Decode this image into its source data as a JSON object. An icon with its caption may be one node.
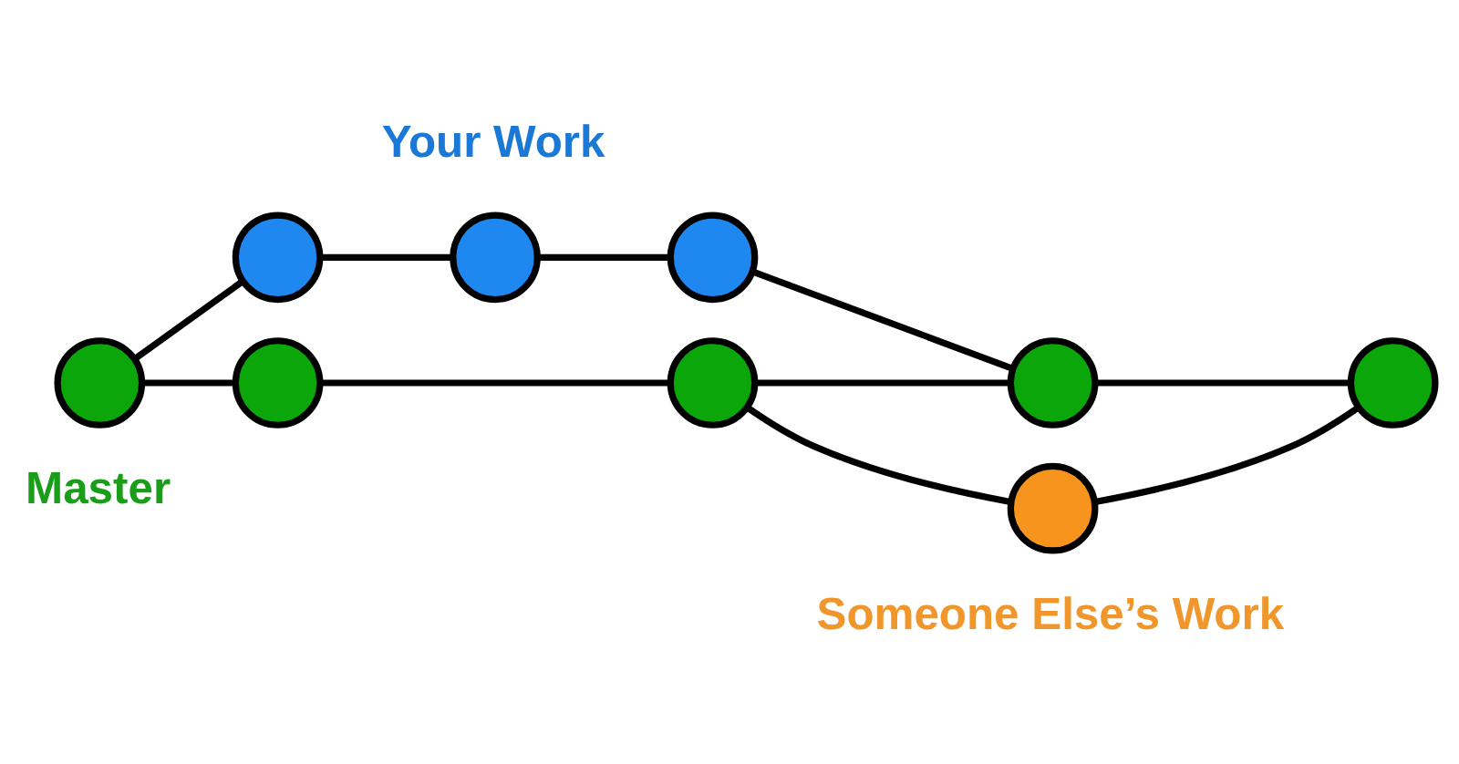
{
  "diagram": {
    "nodes": [
      {
        "text": [],
        "shape": "circle",
        "beside": [
          "Master"
        ]
      },
      {
        "text": [],
        "shape": "circle"
      },
      {
        "text": [],
        "shape": "circle",
        "beside": [
          "Your Work"
        ]
      },
      {
        "text": [],
        "shape": "circle"
      },
      {
        "text": [],
        "shape": "circle"
      },
      {
        "text": [],
        "shape": "circle"
      },
      {
        "text": [],
        "shape": "circle"
      },
      {
        "text": [],
        "shape": "circle",
        "beside": [
          "Someone Else’s Work"
        ]
      },
      {
        "text": [],
        "shape": "circle"
      }
    ],
    "edges": [
      {
        "from": 0,
        "to": 1,
        "arrow": "none"
      },
      {
        "from": 0,
        "to": 4,
        "arrow": "none"
      },
      {
        "from": 1,
        "to": 2,
        "arrow": "none"
      },
      {
        "from": 2,
        "to": 3,
        "arrow": "none"
      },
      {
        "from": 3,
        "to": 6,
        "arrow": "none"
      },
      {
        "from": 4,
        "to": 5,
        "arrow": "none"
      },
      {
        "from": 5,
        "to": 6,
        "arrow": "none"
      },
      {
        "from": 5,
        "to": 7,
        "arrow": "none"
      },
      {
        "from": 7,
        "to": 8,
        "arrow": "none"
      },
      {
        "from": 6,
        "to": 8,
        "arrow": "none"
      }
    ]
  }
}
